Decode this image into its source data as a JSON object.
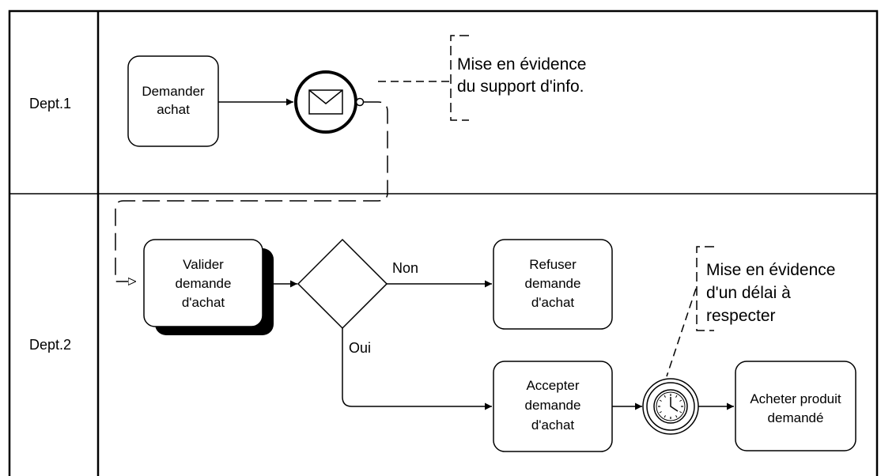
{
  "lanes": [
    {
      "label": "Dept.1"
    },
    {
      "label": "Dept.2"
    }
  ],
  "tasks": {
    "demander": [
      "Demander",
      "achat"
    ],
    "valider": [
      "Valider",
      "demande",
      "d'achat"
    ],
    "refuser": [
      "Refuser",
      "demande",
      "d'achat"
    ],
    "accepter": [
      "Accepter",
      "demande",
      "d'achat"
    ],
    "acheter": [
      "Acheter produit",
      "demandé"
    ]
  },
  "flow_labels": {
    "non": "Non",
    "oui": "Oui"
  },
  "annotations": {
    "message": [
      "Mise en évidence",
      "du support d'info."
    ],
    "timer": [
      "Mise en évidence",
      "d'un délai à",
      "respecter"
    ]
  },
  "icons": {
    "message_event": "envelope-icon",
    "timer_event": "clock-icon"
  },
  "colors": {
    "line": "#000000",
    "background": "#ffffff"
  }
}
